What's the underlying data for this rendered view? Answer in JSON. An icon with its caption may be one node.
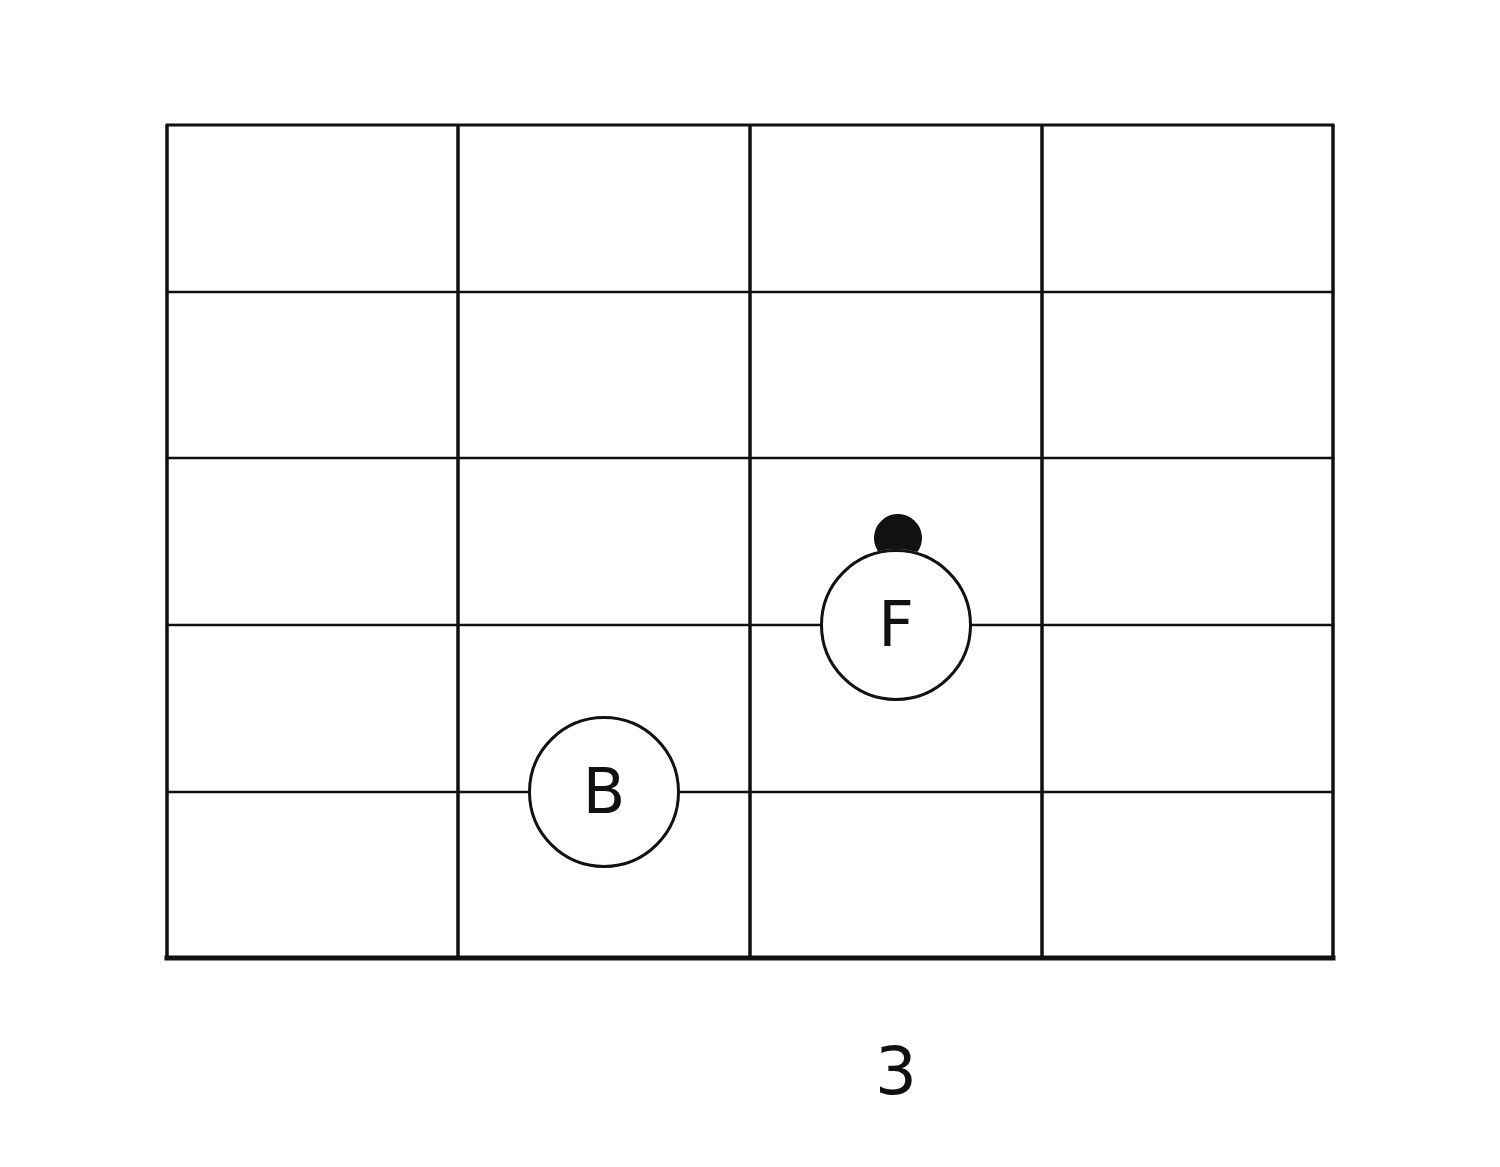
{
  "diagram": {
    "nodes": [
      {
        "text": [
          "F"
        ]
      },
      {
        "text": [
          "B"
        ]
      }
    ],
    "labels": [
      "3"
    ]
  }
}
